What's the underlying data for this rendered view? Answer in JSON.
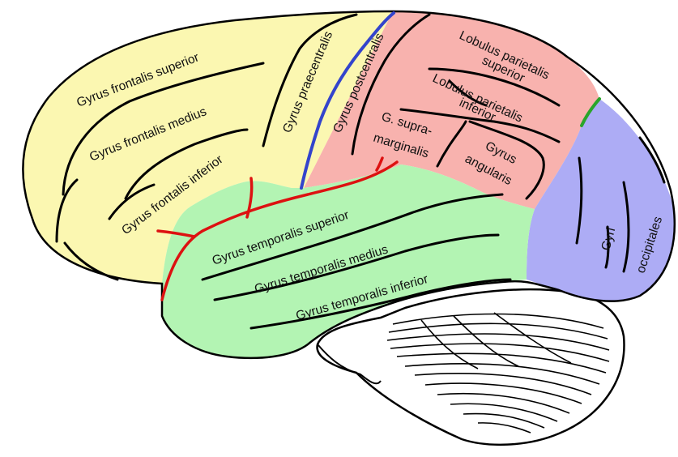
{
  "colors": {
    "frontal_lobe": "#fbf7b1",
    "parietal_lobe": "#f8b2ae",
    "temporal_lobe": "#b3f4b3",
    "occipital_lobe": "#adacf5",
    "cerebellum": "#ffffff",
    "outline": "#000000",
    "central_sulcus": "#3344cc",
    "lateral_sulcus": "#dd1111",
    "parieto_occipital_sulcus": "#2aa52a"
  },
  "labels": {
    "gyrus_frontalis_superior": "Gyrus frontalis superior",
    "gyrus_frontalis_medius": "Gyrus frontalis medius",
    "gyrus_frontalis_inferior": "Gyrus frontalis inferior",
    "gyrus_praecentralis": "Gyrus praecentralis",
    "gyrus_postcentralis": "Gyrus postcentralis",
    "lobulus_parietalis_superior_line1": "Lobulus parietalis",
    "lobulus_parietalis_superior_line2": "superior",
    "lobulus_parietalis_inferior_line1": "Lobulus parietalis",
    "lobulus_parietalis_inferior_line2": "inferior",
    "g_supramarginalis_line1": "G. supra-",
    "g_supramarginalis_line2": "marginalis",
    "gyrus_angularis_line1": "Gyrus",
    "gyrus_angularis_line2": "angularis",
    "gyrus_temporalis_superior": "Gyrus temporalis superior",
    "gyrus_temporalis_medius": "Gyrus temporalis medius",
    "gyrus_temporalis_inferior": "Gyrus temporalis inferior",
    "gyri_occipitales_line1": "Gyri",
    "gyri_occipitales_line2": "occipitales"
  }
}
